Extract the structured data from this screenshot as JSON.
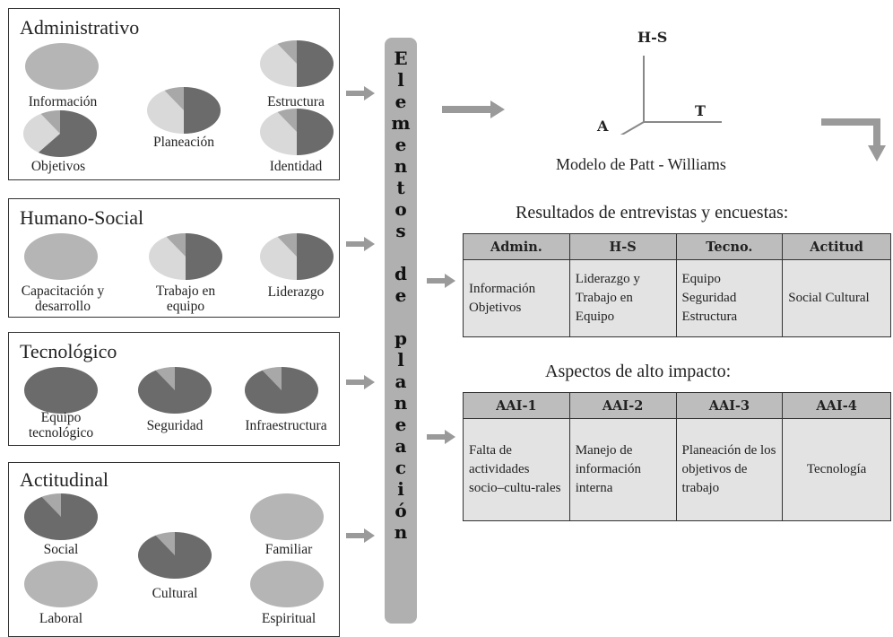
{
  "groups": [
    {
      "title": "Administrativo",
      "items": [
        {
          "label": "Información",
          "fill": 0
        },
        {
          "label": "Objetivos",
          "fill": 0.6
        },
        {
          "label": "Planeación",
          "fill": 0.5
        },
        {
          "label": "Estructura",
          "fill": 0.5
        },
        {
          "label": "Identidad",
          "fill": 0.5
        }
      ]
    },
    {
      "title": "Humano-Social",
      "items": [
        {
          "label": "Capacitación y desarrollo",
          "fill": 0
        },
        {
          "label": "Trabajo en equipo",
          "fill": 0.5
        },
        {
          "label": "Liderazgo",
          "fill": 0.5
        }
      ]
    },
    {
      "title": "Tecnológico",
      "items": [
        {
          "label": "Equipo tecnológico",
          "fill": 1
        },
        {
          "label": "Seguridad",
          "fill": 0.93
        },
        {
          "label": "Infraestructura",
          "fill": 0.93
        }
      ]
    },
    {
      "title": "Actitudinal",
      "items": [
        {
          "label": "Social",
          "fill": 0.93
        },
        {
          "label": "Laboral",
          "fill": 0
        },
        {
          "label": "Cultural",
          "fill": 0.93
        },
        {
          "label": "Familiar",
          "fill": 0
        },
        {
          "label": "Espiritual",
          "fill": 0
        }
      ]
    }
  ],
  "elementos_label": "Elementos de planeación",
  "model": {
    "axis_up": "H-S",
    "axis_right": "T",
    "axis_left": "A",
    "caption": "Modelo de Patt - Williams"
  },
  "results": {
    "title": "Resultados de entrevistas y encuestas:",
    "headers": [
      "Admin.",
      "H-S",
      "Tecno.",
      "Actitud"
    ],
    "cells": [
      "Información Objetivos",
      "Liderazgo y Trabajo en Equipo",
      "Equipo Seguridad Estructura",
      "Social Cultural"
    ]
  },
  "impact": {
    "title": "Aspectos de alto impacto:",
    "headers": [
      "AAI-1",
      "AAI-2",
      "AAI-3",
      "AAI-4"
    ],
    "cells": [
      "Falta de actividades socio–cultu-rales",
      "Manejo de información interna",
      "Planeación de los objetivos de trabajo",
      "Tecnología"
    ]
  },
  "colors": {
    "dark": "#6b6b6b",
    "light": "#b5b5b5",
    "header": "#bdbdbd",
    "body": "#e3e3e3"
  }
}
